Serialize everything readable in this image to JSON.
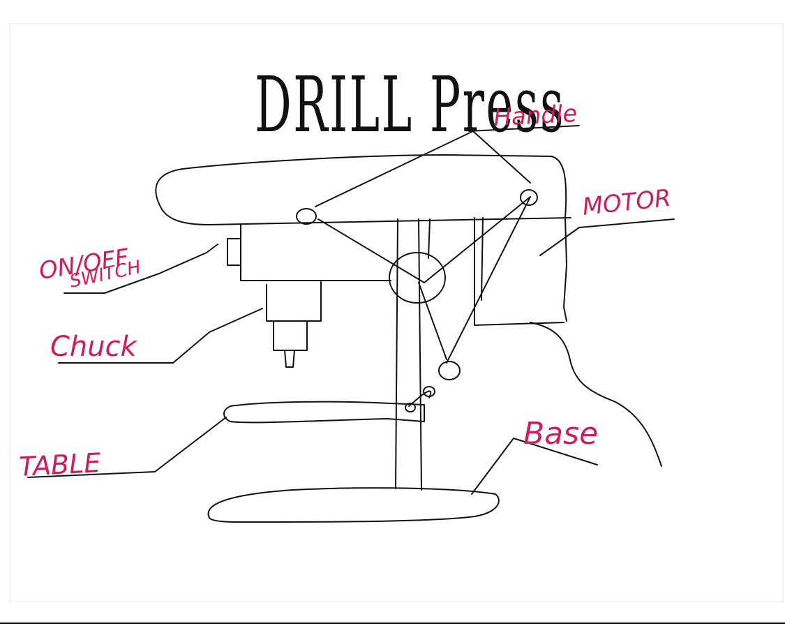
{
  "title": "DRILL Press",
  "labels": {
    "handle": "Handle",
    "motor": "MOTOR",
    "switch_line1": "ON/OFF",
    "switch_line2": "SWITCH",
    "chuck": "Chuck",
    "table": "TABLE",
    "base": "Base"
  },
  "colors": {
    "ink": "#111111",
    "label_ink": "#cc1f5a",
    "paper": "#ffffff"
  }
}
